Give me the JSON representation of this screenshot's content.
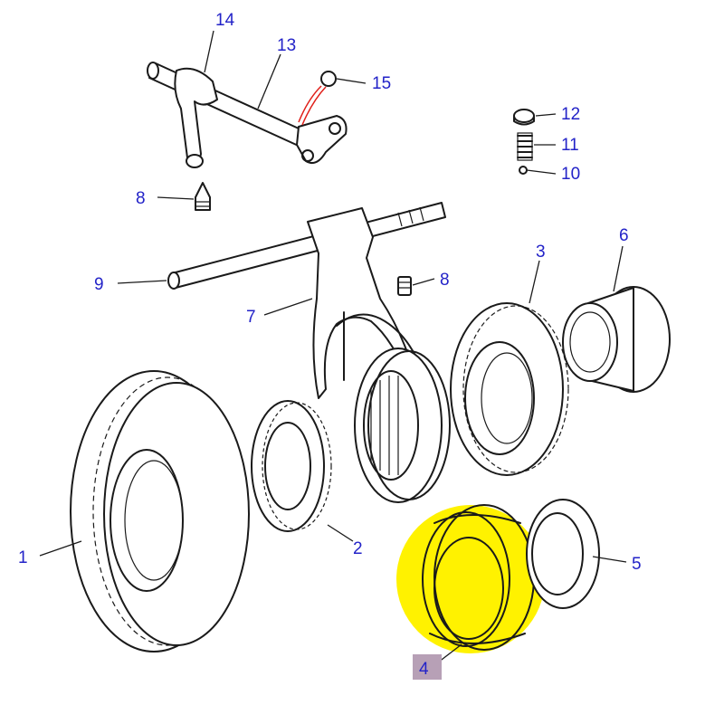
{
  "callouts": {
    "c1": "1",
    "c2": "2",
    "c3": "3",
    "c4": "4",
    "c5": "5",
    "c6": "6",
    "c7": "7",
    "c8a": "8",
    "c8b": "8",
    "c9": "9",
    "c10": "10",
    "c11": "11",
    "c12": "12",
    "c13": "13",
    "c14": "14",
    "c15": "15"
  },
  "colors": {
    "label": "#2323c8",
    "highlight": "#fff200",
    "selected_label_bg": "#b7a0b6",
    "accent_line": "#e0201a"
  }
}
